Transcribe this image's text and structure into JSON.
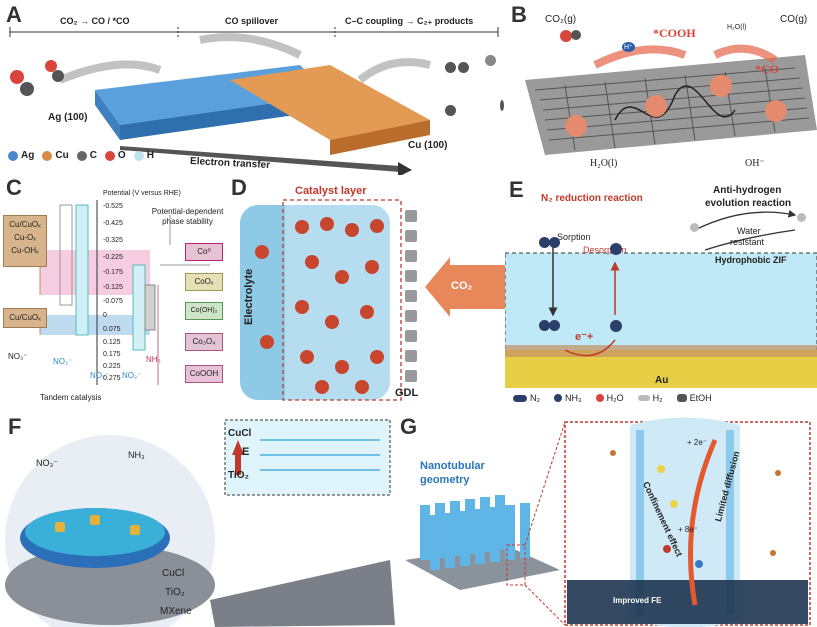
{
  "panelA": {
    "label": "A",
    "stage1": "CO₂ → CO / *CO",
    "stage2": "CO spillover",
    "stage3": "C–C coupling → C₂₊ products",
    "left_facet": "Ag (100)",
    "right_facet": "Cu (100)",
    "arrow_text": "Electron transfer",
    "legend": [
      {
        "name": "Ag",
        "color": "#4a86c8"
      },
      {
        "name": "Cu",
        "color": "#d98a45"
      },
      {
        "name": "C",
        "color": "#666666"
      },
      {
        "name": "O",
        "color": "#d9453b"
      },
      {
        "name": "H",
        "color": "#bfe3ee"
      }
    ]
  },
  "panelB": {
    "label": "B",
    "co2g": "CO₂(g)",
    "cooh": "*COOH",
    "h2o_small": "H₂O(l)",
    "cog": "CO(g)",
    "co": "*CO",
    "h_plus": "H⁺",
    "h2o_bottom": "H₂O(l)",
    "oh": "OH⁻"
  },
  "panelC": {
    "label": "C",
    "axis_title": "Potential (V versus RHE)",
    "ticks": [
      "-0.525",
      "-0.425",
      "-0.325",
      "-0.225",
      "-0.175",
      "-0.125",
      "-0.075",
      "0",
      "0.075",
      "0.125",
      "0.175",
      "0.225",
      "0.275"
    ],
    "left_box1": [
      "Cu/CuOₓ",
      "Cu-Oₓ",
      "Cu-OHₓ"
    ],
    "left_box2": "Cu/CuOₓ",
    "right_title": "Potential-dependent phase stability",
    "phases": [
      "Co⁰",
      "CoOₓ",
      "Co(OH)₂",
      "Co₃O₄",
      "CoOOH"
    ],
    "no3": "NO₃⁻",
    "no2": "NO₂⁻",
    "no2b": "NO₂⁻",
    "nh3": "NH₃",
    "no2c": "NO₂⁻",
    "caption": "Tandem catalysis"
  },
  "panelD": {
    "label": "D",
    "catalyst": "Catalyst layer",
    "electrolyte": "Electrolyte",
    "co2": "CO₂",
    "gdl": "GDL"
  },
  "panelE": {
    "label": "E",
    "n2_reaction": "N₂ reduction reaction",
    "anti_h": "Anti-hydrogen",
    "anti_h2": "evolution reaction",
    "sorption": "Sorption",
    "desorption": "Desorption",
    "water": "Water",
    "resistant": "resistant",
    "zif": "Hydrophobic ZIF",
    "electron": "e⁻+",
    "au": "Au",
    "legend": [
      "N₂",
      "NH₃",
      "H₂O",
      "H₂",
      "EtOH"
    ]
  },
  "panelF": {
    "label": "F",
    "no3": "NO₃⁻",
    "nh3": "NH₃",
    "cucl_top": "CuCl",
    "e_field": "E",
    "tio2_top": "TiO₂",
    "cucl": "CuCl",
    "tio2": "TiO₂",
    "mxene": "MXene"
  },
  "panelG": {
    "label": "G",
    "title1": "Nanotubular",
    "title2": "geometry",
    "confinement": "Confinement effect",
    "limited": "Limited diffusion",
    "e2": "+ 2e⁻",
    "e8": "+ 8e⁻",
    "fe": "Improved FE"
  }
}
